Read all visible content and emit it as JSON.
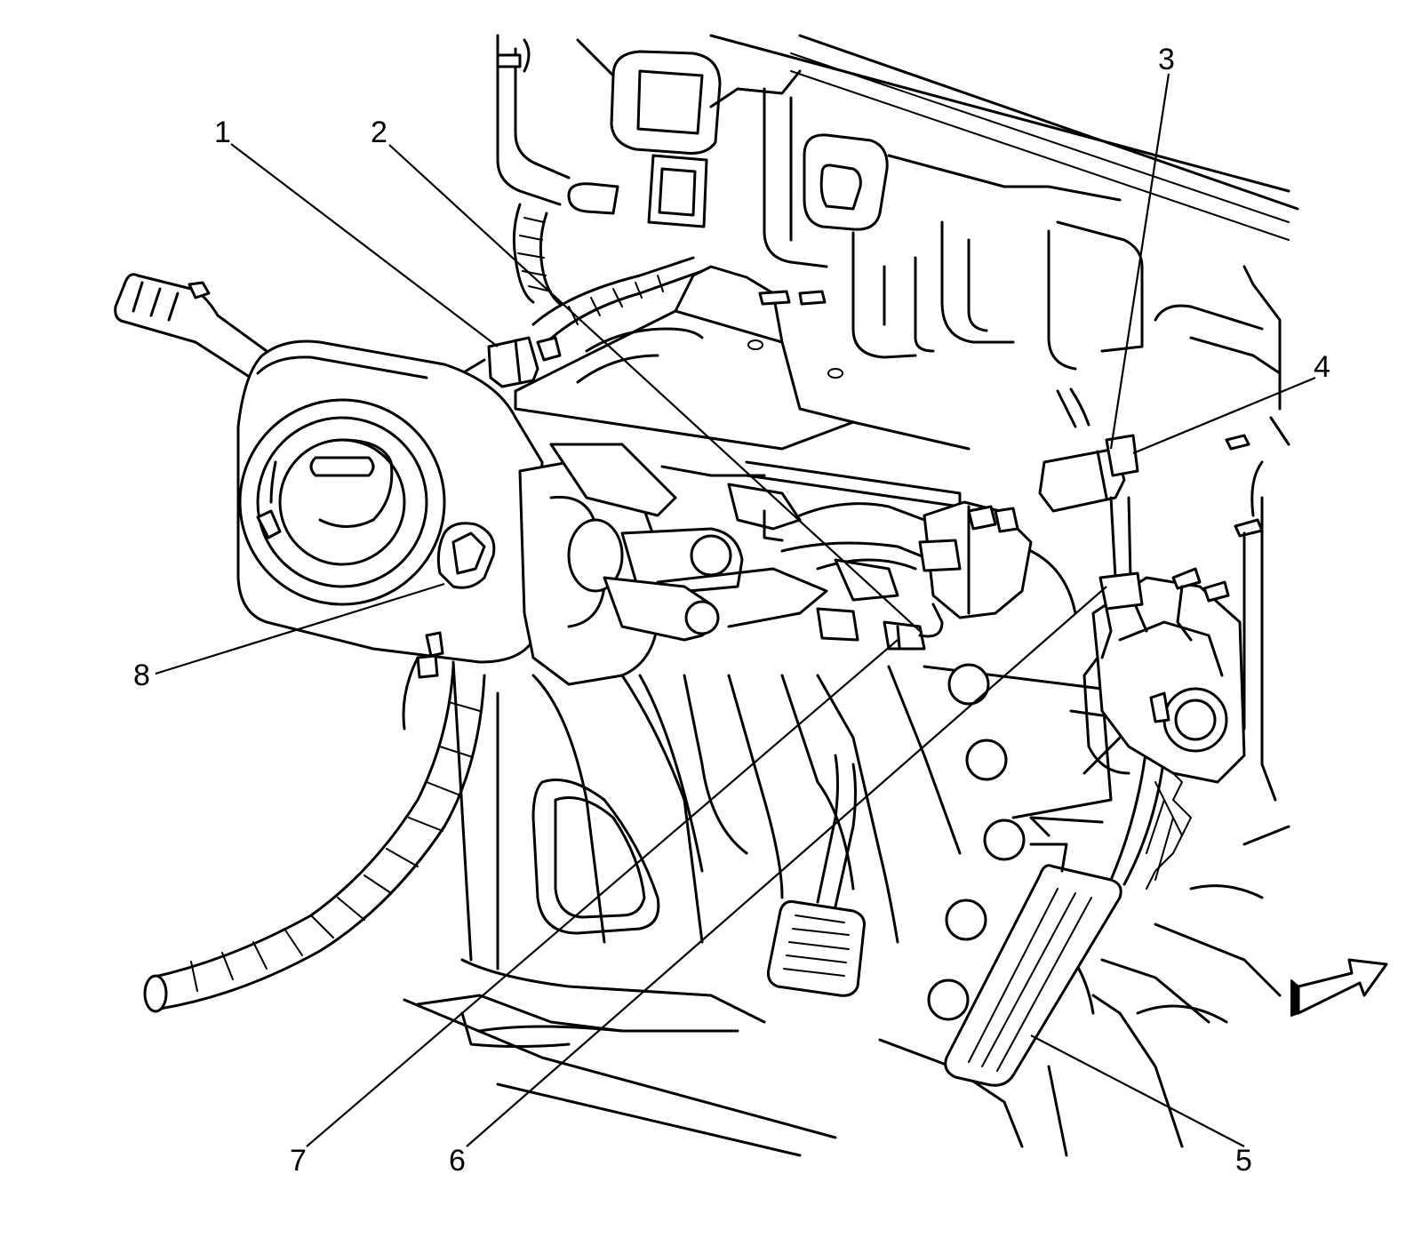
{
  "callouts": [
    {
      "id": "1",
      "text": "1"
    },
    {
      "id": "2",
      "text": "2"
    },
    {
      "id": "3",
      "text": "3"
    },
    {
      "id": "4",
      "text": "4"
    },
    {
      "id": "5",
      "text": "5"
    },
    {
      "id": "6",
      "text": "6"
    },
    {
      "id": "7",
      "text": "7"
    },
    {
      "id": "8",
      "text": "8"
    }
  ],
  "icons": {
    "direction_arrow": "front-direction-arrow-icon"
  }
}
